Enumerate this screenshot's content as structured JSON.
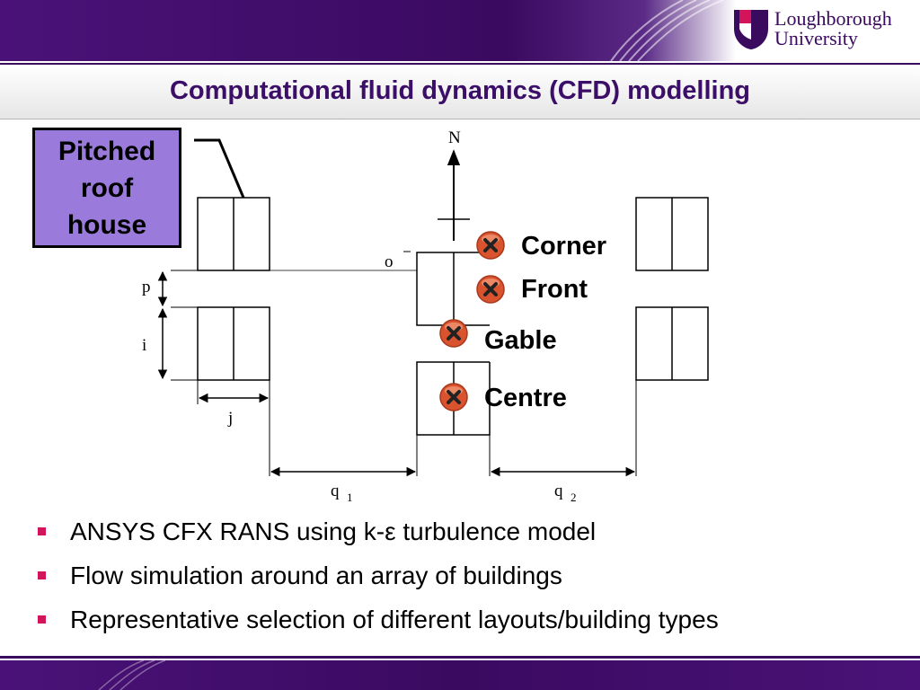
{
  "header": {
    "logo_line1": "Loughborough",
    "logo_line2": "University",
    "brand_purple": "#3a0a5e",
    "brand_magenta": "#d4145a"
  },
  "title": "Computational fluid dynamics (CFD) modelling",
  "pitched_roof_label": [
    "Pitched",
    "roof",
    "house"
  ],
  "diagram_labels": {
    "north": "N",
    "o": "o",
    "p": "p",
    "i": "i",
    "j": "j",
    "q1": "q",
    "q1_sub": "1",
    "q2": "q",
    "q2_sub": "2"
  },
  "sensors": [
    "Corner",
    "Front",
    "Gable",
    "Centre"
  ],
  "bullets": [
    "ANSYS CFX RANS using k-ε turbulence model",
    "Flow simulation around an array of buildings",
    "Representative selection of different layouts/building types"
  ]
}
